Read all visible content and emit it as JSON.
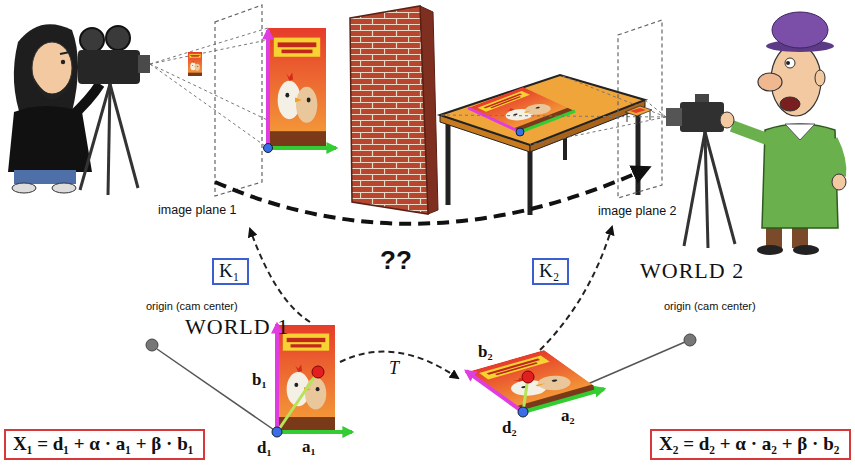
{
  "diagram": {
    "nodes": [
      {
        "text": [
          "K₁"
        ]
      },
      {
        "text": [
          "K₂"
        ]
      },
      {
        "text": [
          "X₁ = d₁ + α · a₁ + β · b₁"
        ]
      },
      {
        "text": [
          "X₂ = d₂ + α · a₂ + β · b₂"
        ]
      }
    ],
    "labels": [
      "image plane 1",
      "??",
      "image plane 2",
      "WORLD 1",
      "WORLD 2",
      "origin (cam center)",
      "origin (cam center)",
      "b₁",
      "d₁",
      "a₁",
      "T",
      "b₂",
      "d₂",
      "a₂"
    ]
  }
}
